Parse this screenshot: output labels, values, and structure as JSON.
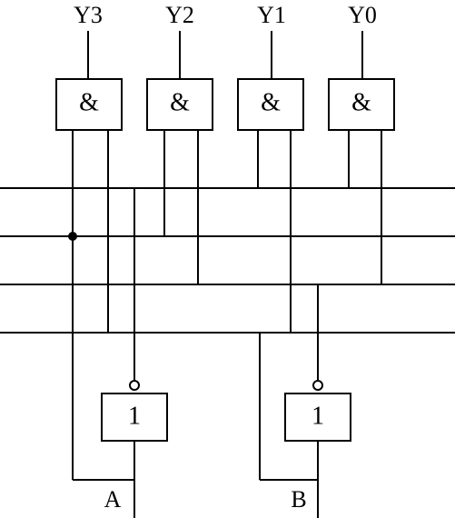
{
  "outputs": {
    "y3": "Y3",
    "y2": "Y2",
    "y1": "Y1",
    "y0": "Y0"
  },
  "and_gates": {
    "symbol": "&"
  },
  "not_gates": {
    "symbol": "1"
  },
  "inputs": {
    "a": "A",
    "b": "B"
  }
}
